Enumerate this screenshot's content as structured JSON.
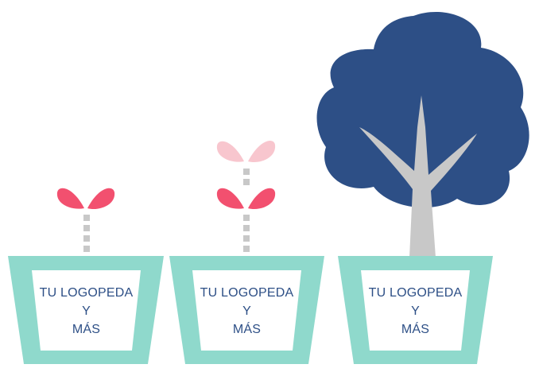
{
  "pots": [
    {
      "line1": "TU LOGOPEDA",
      "line2": "Y",
      "line3": "MÁS"
    },
    {
      "line1": "TU LOGOPEDA",
      "line2": "Y",
      "line3": "MÁS"
    },
    {
      "line1": "TU LOGOPEDA",
      "line2": "Y",
      "line3": "MÁS"
    }
  ],
  "colors": {
    "pot": "#8fd9cc",
    "pot_label_bg": "#ffffff",
    "text": "#2d4f86",
    "sprout_leaf": "#f2506f",
    "sprout_leaf_light": "#f8c6ce",
    "stem_dash": "#c8c8c8",
    "tree_canopy": "#2d4f86",
    "tree_trunk": "#c8c8c8"
  }
}
